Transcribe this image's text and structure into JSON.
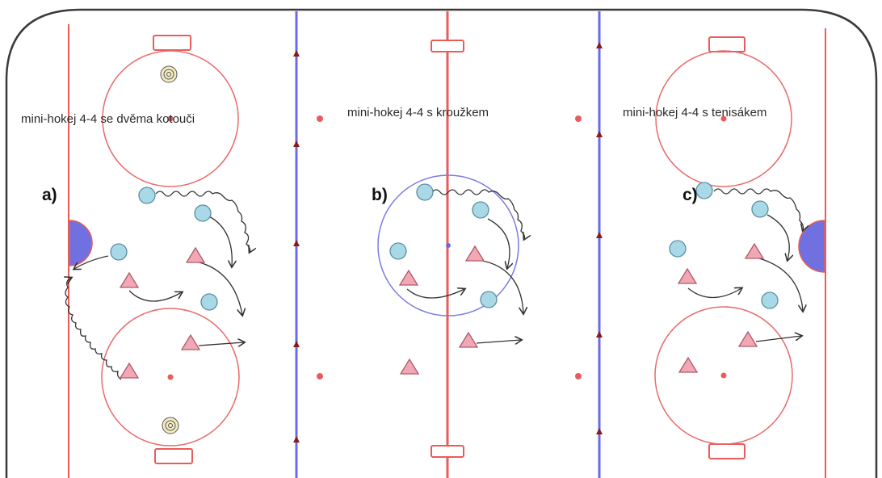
{
  "drills": [
    {
      "label": "a)",
      "title": "mini-hokej 4-4 se dvěma kotouči"
    },
    {
      "label": "b)",
      "title": "mini-hokej 4-4 s kroužkem"
    },
    {
      "label": "c)",
      "title": "mini-hokej 4-4 s tenisákem"
    }
  ],
  "colors": {
    "board": "#3a3a3a",
    "red_line": "#e85c5c",
    "blue_line": "#6b6be8",
    "faceoff_circle": "#e86b6b",
    "player_circle_fill": "#a9d8e6",
    "player_circle_stroke": "#5a8fa0",
    "player_triangle_fill": "#f2a8b4",
    "player_triangle_stroke": "#b05a6a",
    "goal_crease": "#7070e0",
    "cone_marker": "#8b1a1a",
    "puck_fill": "#f4ecc0"
  },
  "icons": {
    "team_a": "circle",
    "team_b": "triangle",
    "skating_path": "curved-arrow",
    "stickhandling_path": "wavy-arrow",
    "puck": "spiral-puck",
    "boundary_marker": "small-red-cone"
  }
}
